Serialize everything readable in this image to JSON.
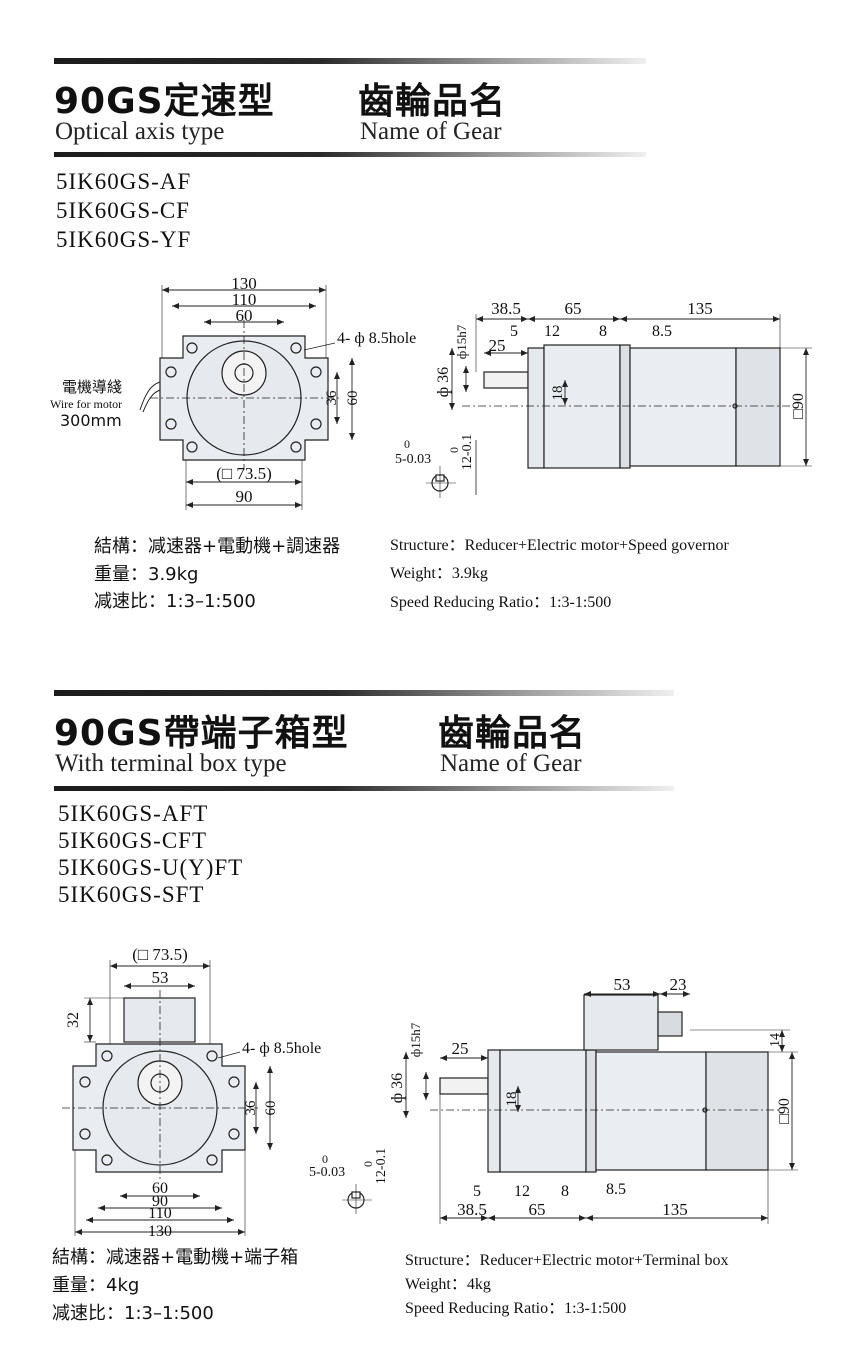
{
  "section1": {
    "title_cn": "90GS定速型",
    "gear_cn": "齒輪品名",
    "subtitle_en": "Optical axis type",
    "gear_en": "Name of Gear",
    "models": [
      "5IK60GS-AF",
      "5IK60GS-CF",
      "5IK60GS-YF"
    ],
    "front": {
      "dims": {
        "d130": "130",
        "d110": "110",
        "d60": "60",
        "hole": "4- ф 8.5hole",
        "d36": "36",
        "d60v": "60",
        "sq73": "(□ 73.5)",
        "d90": "90"
      },
      "wire_cn": "電機導綫",
      "wire_en": "Wire for motor",
      "wire_len": "300mm"
    },
    "side": {
      "dims": {
        "d385": "38.5",
        "d65": "65",
        "d135": "135",
        "d5": "5",
        "d12": "12",
        "d8": "8",
        "d85": "8.5",
        "phi15": "ф15h7",
        "d25": "25",
        "phi36": "ф 36",
        "d18": "18",
        "sq90": "□90"
      }
    },
    "key": {
      "w_tol_hi": "0",
      "w": "5-0.03",
      "h_tol_hi": "0",
      "h": "12-0.1"
    },
    "specs_cn": {
      "structure": "結構：减速器+電動機+調速器",
      "weight": "重量：3.9kg",
      "ratio": "减速比：1:3–1:500"
    },
    "specs_en": {
      "structure": "Structure：Reducer+Electric motor+Speed governor",
      "weight": "Weight：3.9kg",
      "ratio": "Speed Reducing Ratio：1:3-1:500"
    }
  },
  "section2": {
    "title_cn": "90GS帶端子箱型",
    "gear_cn": "齒輪品名",
    "subtitle_en": "With terminal box type",
    "gear_en": "Name of Gear",
    "models": [
      "5IK60GS-AFT",
      "5IK60GS-CFT",
      "5IK60GS-U(Y)FT",
      "5IK60GS-SFT"
    ],
    "front": {
      "dims": {
        "sq73": "(□ 73.5)",
        "d53": "53",
        "d32": "32",
        "hole": "4- ф 8.5hole",
        "d36": "36",
        "d60v": "60",
        "d60": "60",
        "d90": "90",
        "d110": "110",
        "d130": "130"
      }
    },
    "side": {
      "dims": {
        "d53": "53",
        "d23": "23",
        "d14": "14",
        "phi15": "ф15h7",
        "d25": "25",
        "phi36": "ф 36",
        "d18": "18",
        "sq90": "□90",
        "d5": "5",
        "d12": "12",
        "d8": "8",
        "d85": "8.5",
        "d385": "38.5",
        "d65": "65",
        "d135": "135"
      }
    },
    "key": {
      "w_tol_hi": "0",
      "w": "5-0.03",
      "h_tol_hi": "0",
      "h": "12-0.1"
    },
    "specs_cn": {
      "structure": "結構：减速器+電動機+端子箱",
      "weight": "重量：4kg",
      "ratio": "减速比：1:3–1:500"
    },
    "specs_en": {
      "structure": "Structure：Reducer+Electric motor+Terminal box",
      "weight": "Weight：4kg",
      "ratio": "Speed Reducing Ratio：1:3-1:500"
    }
  }
}
